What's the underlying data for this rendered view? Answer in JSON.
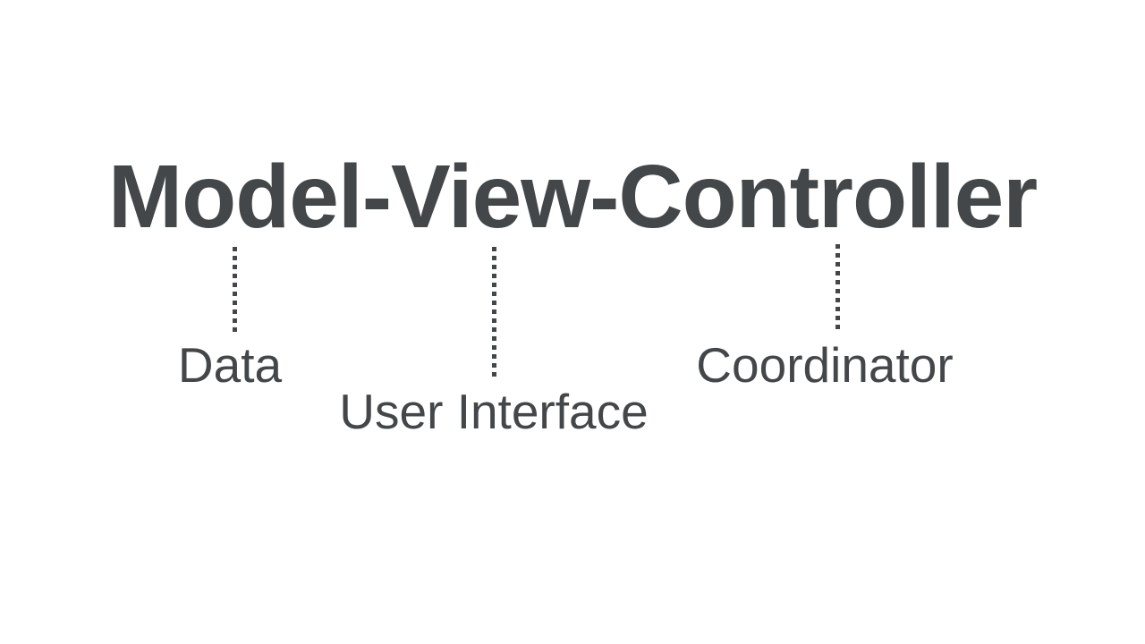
{
  "colors": {
    "background": "#ffffff",
    "ink": "#43474a"
  },
  "title": "Model-View-Controller",
  "annotations": [
    {
      "component": "model",
      "label": "Data"
    },
    {
      "component": "view",
      "label": "User Interface"
    },
    {
      "component": "controller",
      "label": "Coordinator"
    }
  ]
}
